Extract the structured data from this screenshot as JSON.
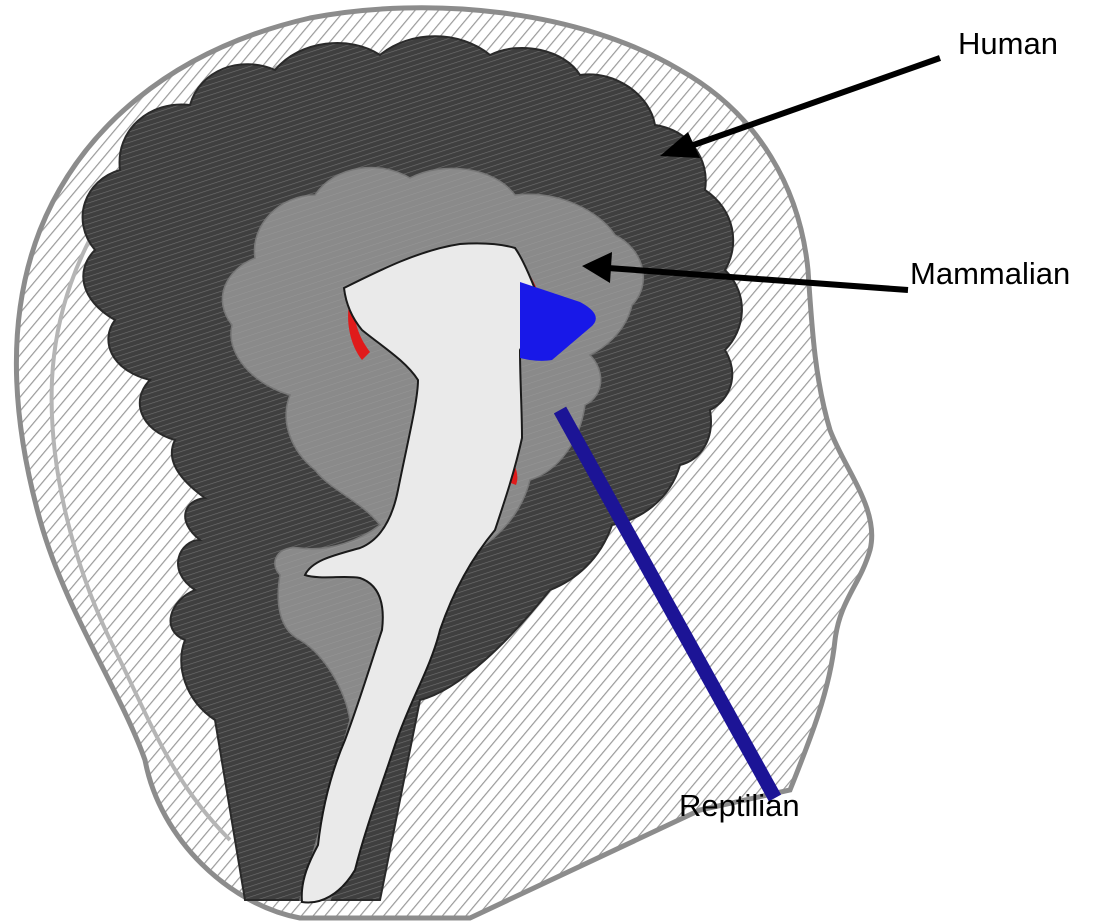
{
  "labels": {
    "human": "Human",
    "mammalian": "Mammalian",
    "reptilian": "Reptilian"
  },
  "colors": {
    "background": "#ffffff",
    "head_outline": "#8c8c8c",
    "neocortex": "#4a4a4a",
    "limbic": "#8a8a8a",
    "brainstem_fill": "#eaeaea",
    "accent_red": "#e01b1b",
    "reptilian_highlight": "#1818e8",
    "reptilian_arrow": "#1c1496",
    "arrow_black": "#000000",
    "label_text": "#000000"
  },
  "icons": {
    "human_arrow": "arrow-left-icon",
    "mammalian_arrow": "arrow-left-icon",
    "reptilian_arrow": "arrow-up-left-icon"
  }
}
